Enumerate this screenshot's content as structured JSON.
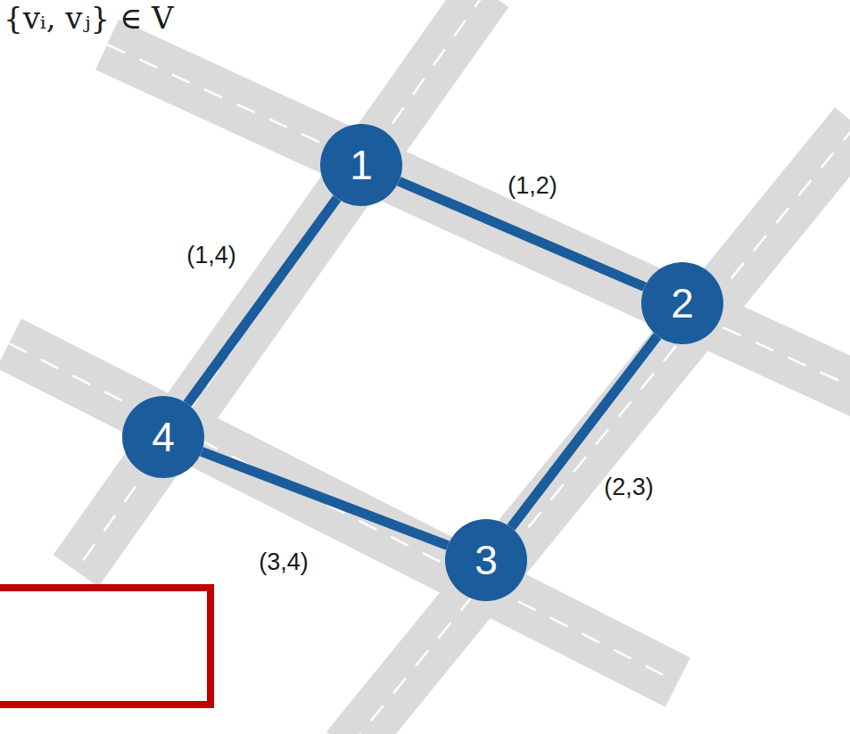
{
  "diagram": {
    "nodes": [
      {
        "text": [
          "1"
        ]
      },
      {
        "text": [
          "2"
        ]
      },
      {
        "text": [
          "3"
        ]
      },
      {
        "text": [
          "4"
        ]
      }
    ],
    "edges": [
      {
        "from": 0,
        "to": 1,
        "arrow": "none",
        "label": "(1,2)"
      },
      {
        "from": 1,
        "to": 2,
        "arrow": "none",
        "label": "(2,3)"
      },
      {
        "from": 2,
        "to": 3,
        "arrow": "none",
        "label": "(3,4)"
      },
      {
        "from": 0,
        "to": 3,
        "arrow": "none",
        "label": "(1,4)"
      }
    ],
    "labels": [
      "{vᵢ, vⱼ} ∈ V"
    ]
  }
}
